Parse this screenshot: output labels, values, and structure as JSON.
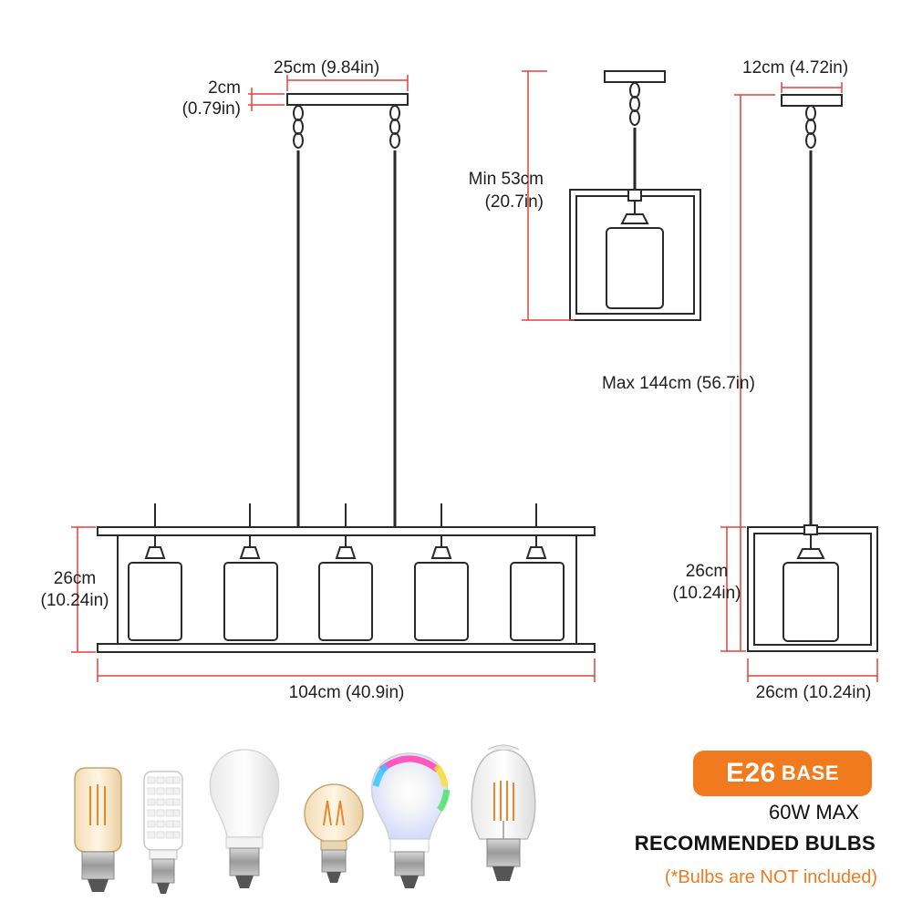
{
  "dimensions": {
    "canopy_length": "25cm (9.84in)",
    "canopy_height": "2cm",
    "canopy_height_in": "(0.79in)",
    "height_left": "26cm",
    "height_left_in": "(10.24in)",
    "width_total": "104cm (40.9in)",
    "min_length": "Min  53cm",
    "min_length_in": "(20.7in)",
    "canopy_width": "12cm (4.72in)",
    "max_length": "Max 144cm (56.7in)",
    "height_right": "26cm",
    "height_right_in": "(10.24in)",
    "depth": "26cm (10.24in)"
  },
  "bulbs": {
    "badge_main": "E26",
    "badge_sub": "BASE",
    "wattage": "60W MAX",
    "recommended": "RECOMMENDED BULBS",
    "note": "(*Bulbs are NOT included)",
    "items": [
      "tubular-filament-bulb-icon",
      "corn-led-bulb-icon",
      "a19-frosted-bulb-icon",
      "globe-filament-bulb-icon",
      "rgb-smart-bulb-icon",
      "st64-edison-bulb-icon"
    ]
  },
  "colors": {
    "dimension_line": "#e0443a",
    "accent": "#f07b1e",
    "fixture": "#2a2a2a"
  }
}
